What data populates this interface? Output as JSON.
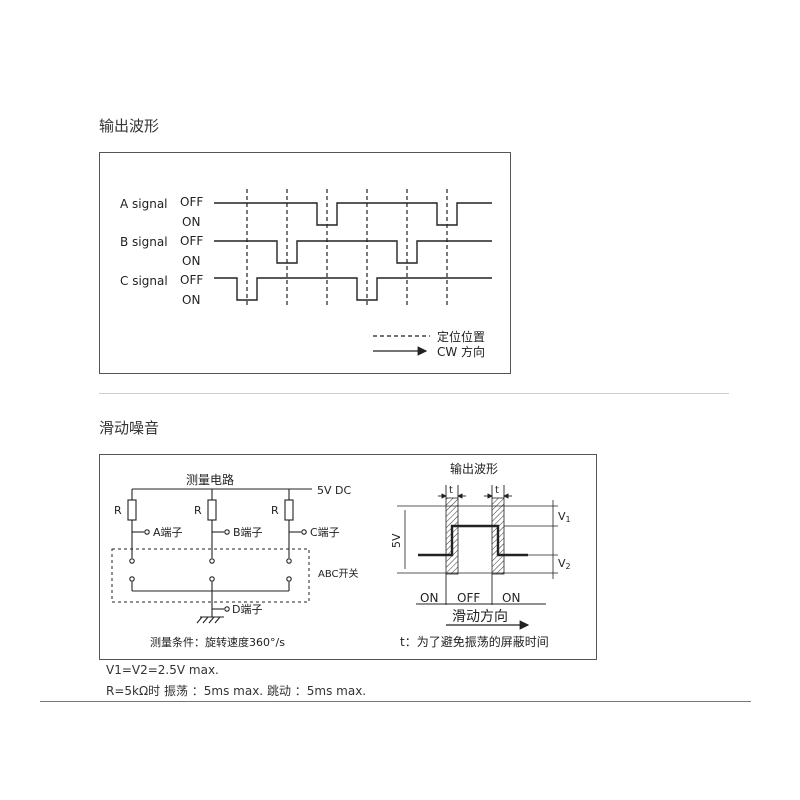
{
  "section1": {
    "title": "输出波形",
    "signals": [
      {
        "name": "A signal",
        "off": "OFF",
        "on": "ON"
      },
      {
        "name": "B signal",
        "off": "OFF",
        "on": "ON"
      },
      {
        "name": "C signal",
        "off": "OFF",
        "on": "ON"
      }
    ],
    "legend": {
      "dashed": "定位位置",
      "arrow": "CW 方向"
    }
  },
  "section2": {
    "title": "滑动噪音",
    "circuit": {
      "title": "测量电路",
      "supply": "5V DC",
      "resistor": "R",
      "terminals": [
        "A端子",
        "B端子",
        "C端子"
      ],
      "switch": "ABC开关",
      "terminal_d": "D端子",
      "condition": "测量条件：旋转速度360°/s"
    },
    "waveform": {
      "title": "输出波形",
      "t": "t",
      "v1": "V",
      "v1_sub": "1",
      "v2": "V",
      "v2_sub": "2",
      "five_v": "5V",
      "on": "ON",
      "off": "OFF",
      "on2": "ON",
      "direction": "滑动方向",
      "caption": "t：为了避免振荡的屏蔽时间"
    }
  },
  "notes": {
    "line1": "V1=V2=2.5V max.",
    "line2": "R=5kΩ时 振荡 ：5ms max. 跳动 ：5ms max."
  }
}
